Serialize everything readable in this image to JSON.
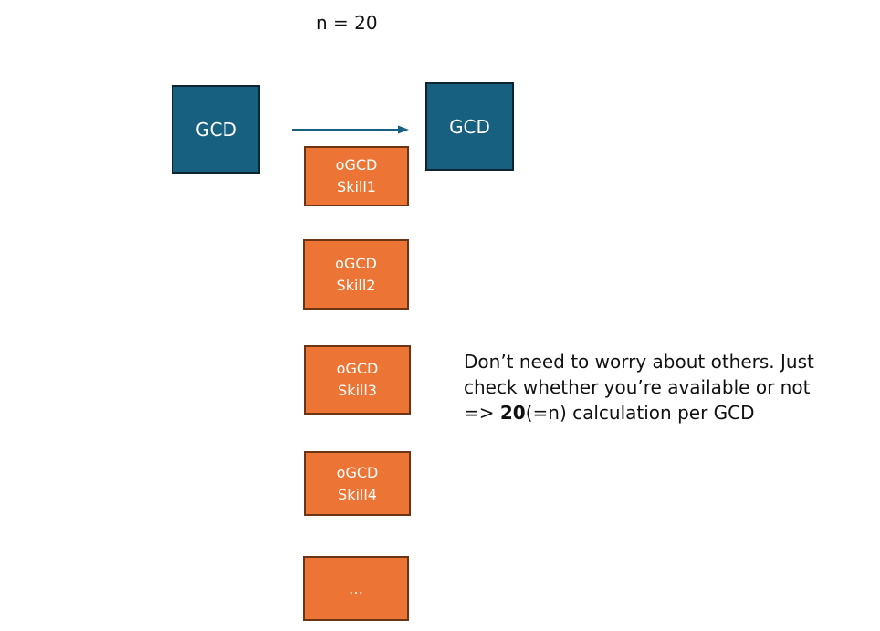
{
  "header": {
    "title": "n = 20"
  },
  "gcd_blocks": {
    "first": "GCD",
    "second": "GCD"
  },
  "ogcd_blocks": [
    {
      "line1": "oGCD",
      "line2": "Skill1"
    },
    {
      "line1": "oGCD",
      "line2": "Skill2"
    },
    {
      "line1": "oGCD",
      "line2": "Skill3"
    },
    {
      "line1": "oGCD",
      "line2": "Skill4"
    },
    {
      "line1": "…"
    }
  ],
  "note": {
    "line1": "Don’t need to worry about others. Just",
    "line2": "check whether you’re available or not",
    "line3_prefix": "=> ",
    "line3_bold": "20",
    "line3_suffix": "(=n) calculation per GCD"
  },
  "colors": {
    "gcd_fill": "#17607f",
    "ogcd_fill": "#ec7535",
    "arrow": "#17607f"
  }
}
